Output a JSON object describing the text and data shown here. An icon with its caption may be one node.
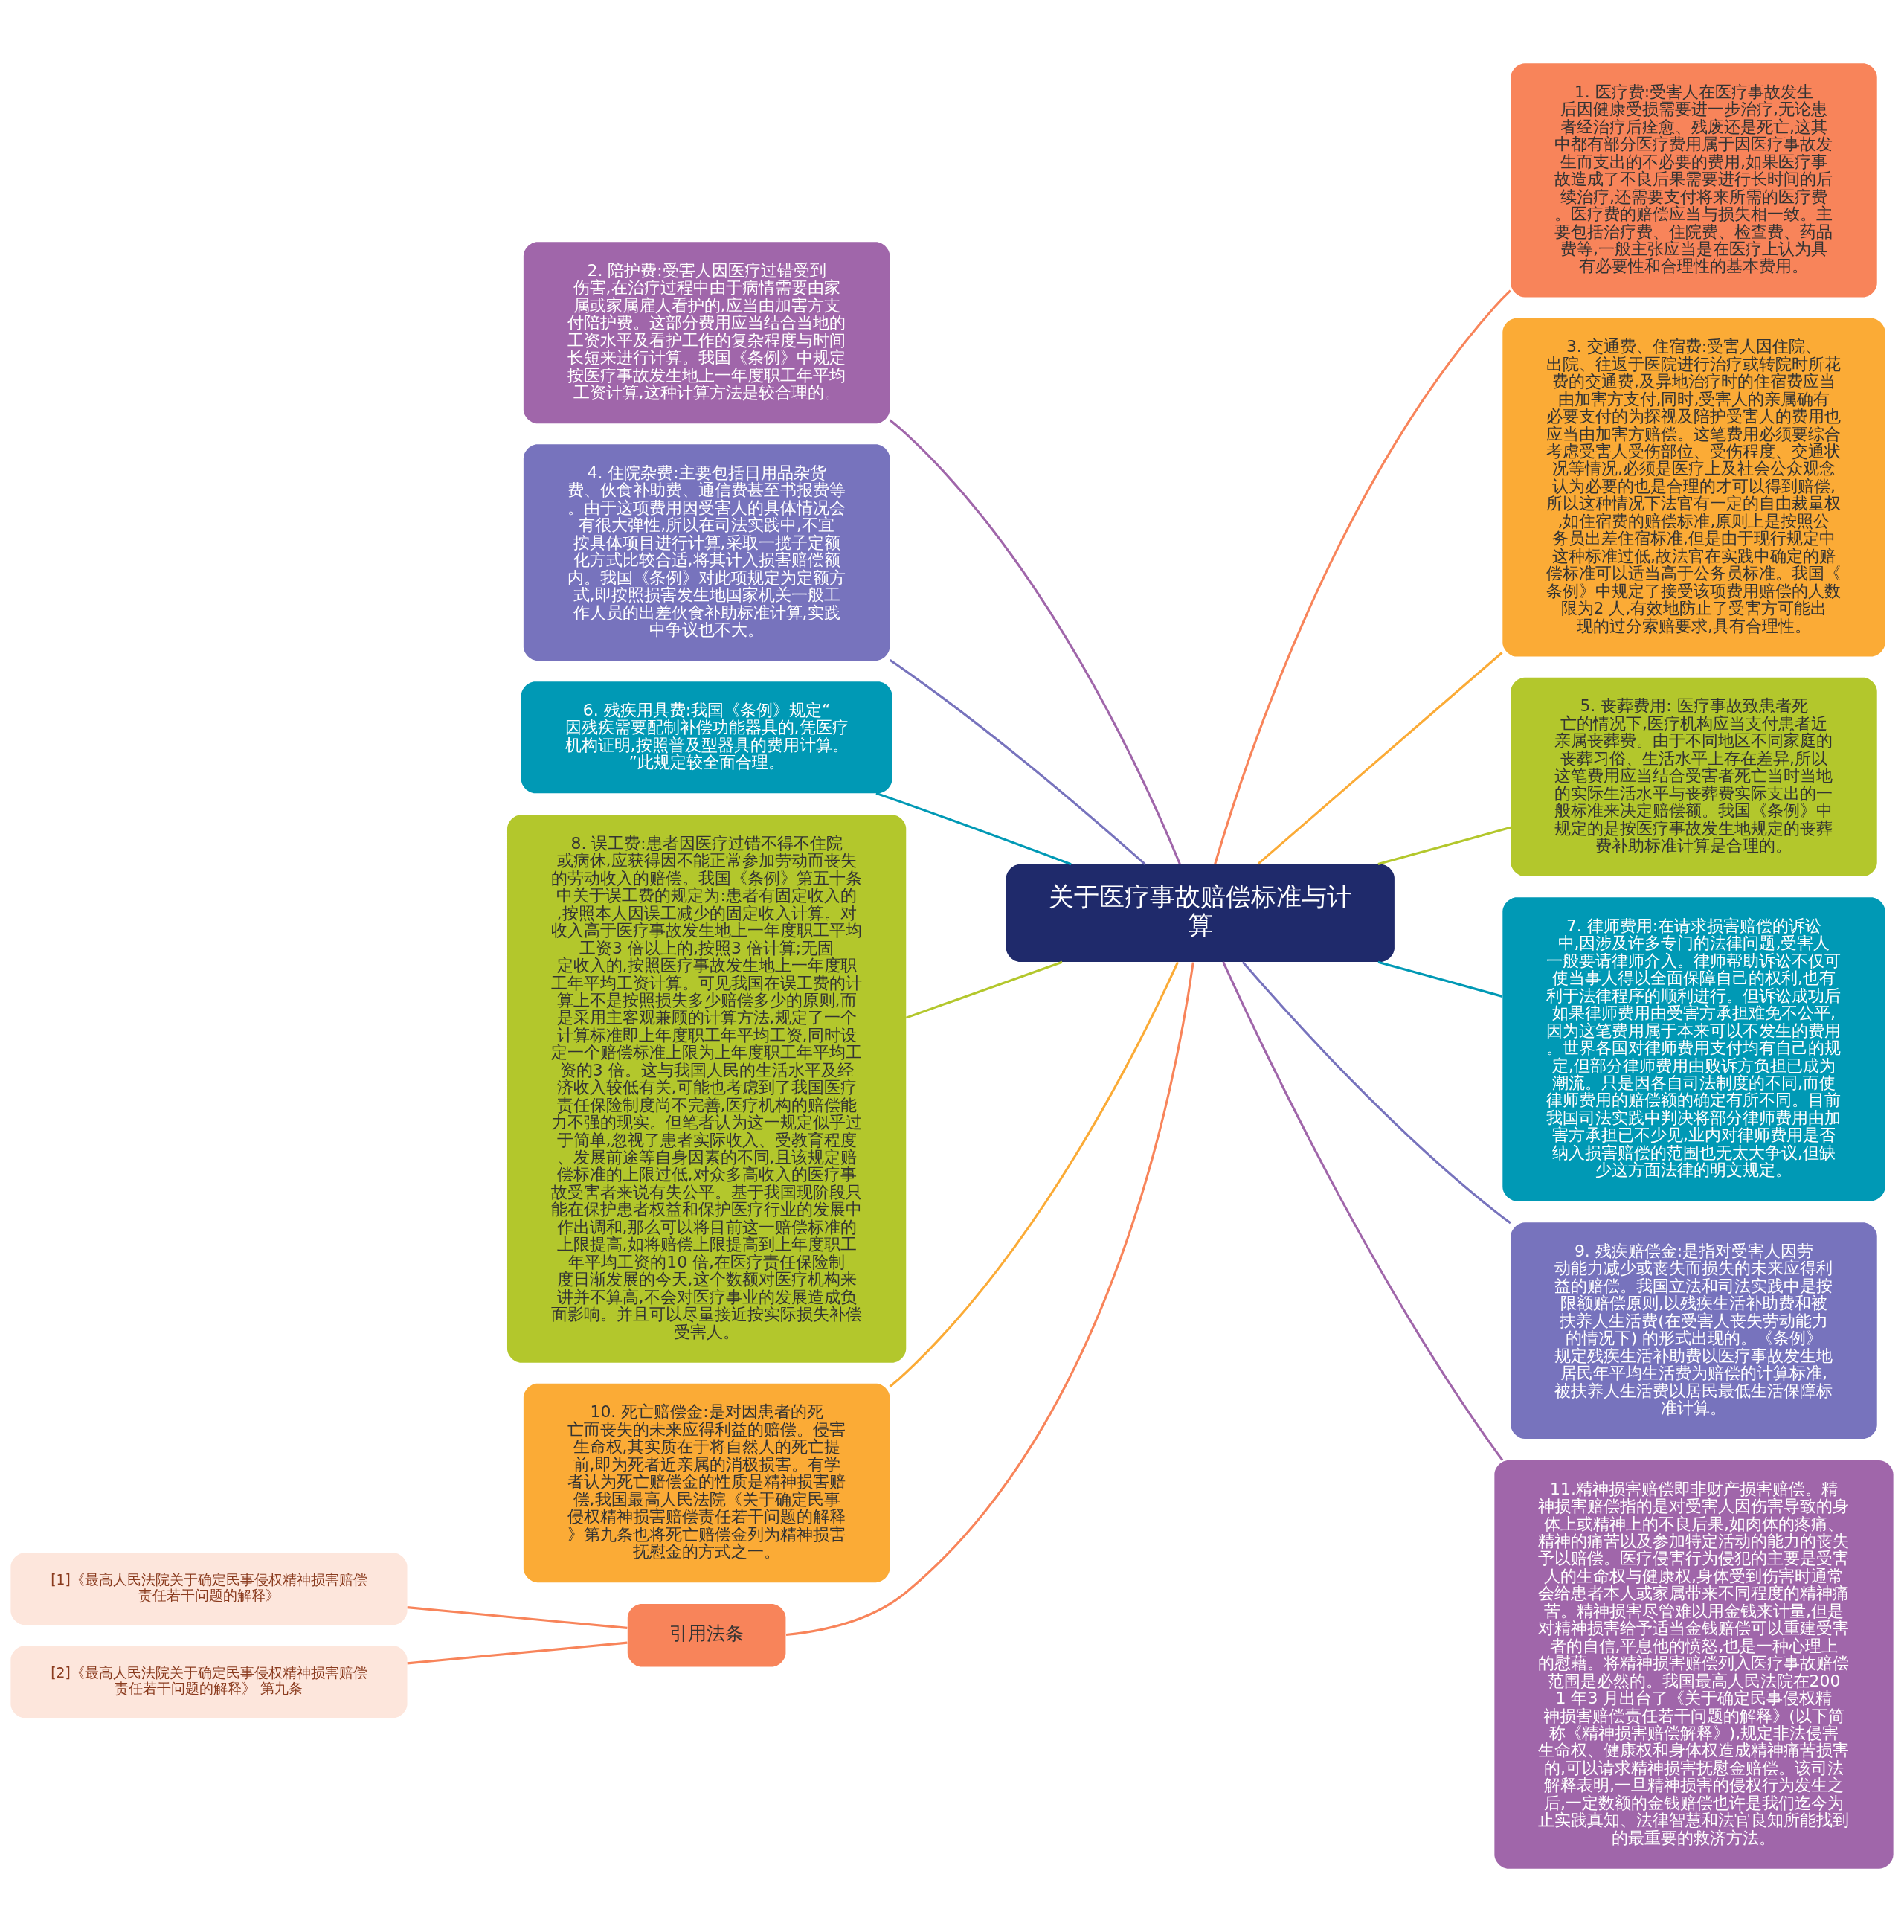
{
  "diagram": {
    "nodes": [
      {
        "text": [
          "关于医疗事故赔偿标准与计算"
        ]
      },
      {
        "text": [
          "1. 医疗费:受害人在医疗事故发生后因健康受损需要进一步治疗,无论患者经治疗后痊愈、残废还是死亡,这其中都有部分医疗费用属于因医疗事故发生而支出的不必要的费用,如果医疗事故造成了不良后果需要进行长时间的后续治疗,还需要支付将来所需的医疗费。医疗费的赔偿应当与损失相一致。主要包括治疗费、住院费、检查费、药品费等,一般主张应当是在医疗上认为具有必要性和合理性的基本费用。"
        ]
      },
      {
        "text": [
          "2. 陪护费:受害人因医疗过错受到伤害,在治疗过程中由于病情需要由家属或家属雇人看护的,应当由加害方支付陪护费。这部分费用应当结合当地的工资水平及看护工作的复杂程度与时间长短来进行计算。我国《条例》中规定按医疗事故发生地上一年度职工年平均工资计算,这种计算方法是较合理的。"
        ]
      },
      {
        "text": [
          "3. 交通费、住宿费:受害人因住院、出院、往返于医院进行治疗或转院时所花费的交通费,及异地治疗时的住宿费应当由加害方支付,同时,受害人的亲属确有必要支付的为探视及陪护受害人的费用也应当由加害方赔偿。这笔费用必须要综合考虑受害人受伤部位、受伤程度、交通状况等情况,必须是医疗上及社会公众观念认为必要的也是合理的才可以得到赔偿,所以这种情况下法官有一定的自由裁量权,如住宿费的赔偿标准,原则上是按照公务员出差住宿标准,但是由于现行规定中这种标准过低,故法官在实践中确定的赔偿标准可以适当高于公务员标准。我国《条例》中规定了接受该项费用赔偿的人数限为2 人,有效地防止了受害方可能出现的过分索赔要求,具有合理性。"
        ]
      },
      {
        "text": [
          "4. 住院杂费:主要包括日用品杂货费、伙食补助费、通信费甚至书报费等。由于这项费用因受害人的具体情况会有很大弹性,所以在司法实践中,不宜按具体项目进行计算,采取一揽子定额化方式比较合适,将其计入损害赔偿额内。我国《条例》对此项规定为定额方式,即按照损害发生地国家机关一般工作人员的出差伙食补助标准计算,实践中争议也不大。"
        ]
      },
      {
        "text": [
          "5. 丧葬费用: 医疗事故致患者死亡的情况下,医疗机构应当支付患者近亲属丧葬费。由于不同地区不同家庭的丧葬习俗、生活水平上存在差异,所以这笔费用应当结合受害者死亡当时当地的实际生活水平与丧葬费实际支出的一般标准来决定赔偿额。我国《条例》中规定的是按医疗事故发生地规定的丧葬费补助标准计算是合理的。"
        ]
      },
      {
        "text": [
          "6. 残疾用具费:我国《条例》规定“因残疾需要配制补偿功能器具的,凭医疗机构证明,按照普及型器具的费用计算。”此规定较全面合理。"
        ]
      },
      {
        "text": [
          "7. 律师费用:在请求损害赔偿的诉讼中,因涉及许多专门的法律问题,受害人一般要请律师介入。律师帮助诉讼不仅可使当事人得以全面保障自己的权利,也有利于法律程序的顺利进行。但诉讼成功后如果律师费用由受害方承担难免不公平,因为这笔费用属于本来可以不发生的费用。世界各国对律师费用支付均有自己的规定,但部分律师费用由败诉方负担已成为潮流。只是因各自司法制度的不同,而使律师费用的赔偿额的确定有所不同。目前我国司法实践中判决将部分律师费用由加害方承担已不少见,业内对律师费用是否纳入损害赔偿的范围也无太大争议,但缺少这方面法律的明文规定。"
        ]
      },
      {
        "text": [
          "8. 误工费:患者因医疗过错不得不住院或病休,应获得因不能正常参加劳动而丧失的劳动收入的赔偿。我国《条例》第五十条中关于误工费的规定为:患者有固定收入的,按照本人因误工减少的固定收入计算。对收入高于医疗事故发生地上一年度职工平均工资3 倍以上的,按照3 倍计算;无固定收入的,按照医疗事故发生地上一年度职工年平均工资计算。可见我国在误工费的计算上不是按照损失多少赔偿多少的原则,而是采用主客观兼顾的计算方法,规定了一个计算标准即上年度职工年平均工资,同时设定一个赔偿标准上限为上年度职工年平均工资的3 倍。这与我国人民的生活水平及经济收入较低有关,可能也考虑到了我国医疗责任保险制度尚不完善,医疗机构的赔偿能力不强的现实。但笔者认为这一规定似乎过于简单,忽视了患者实际收入、受教育程度、发展前途等自身因素的不同,且该规定赔偿标准的上限过低,对众多高收入的医疗事故受害者来说有失公平。基于我国现阶段只能在保护患者权益和保护医疗行业的发展中作出调和,那么可以将目前这一赔偿标准的上限提高,如将赔偿上限提高到上年度职工年平均工资的10 倍,在医疗责任保险制度日渐发展的今天,这个数额对医疗机构来讲并不算高,不会对医疗事业的发展造成负面影响。并且可以尽量接近按实际损失补偿受害人。"
        ]
      },
      {
        "text": [
          "9. 残疾赔偿金:是指对受害人因劳动能力减少或丧失而损失的未来应得利益的赔偿。我国立法和司法实践中是按限额赔偿原则,以残疾生活补助费和被扶养人生活费(在受害人丧失劳动能力的情况下) 的形式出现的。《条例》规定残疾生活补助费以医疗事故发生地居民年平均生活费为赔偿的计算标准,被扶养人生活费以居民最低生活保障标准计算。"
        ]
      },
      {
        "text": [
          "10. 死亡赔偿金:是对因患者的死亡而丧失的未来应得利益的赔偿。侵害生命权,其实质在于将自然人的死亡提前,即为死者近亲属的消极损害。有学者认为死亡赔偿金的性质是精神损害赔偿,我国最高人民法院《关于确定民事侵权精神损害赔偿责任若干问题的解释》第九条也将死亡赔偿金列为精神损害抚慰金的方式之一。"
        ]
      },
      {
        "text": [
          "11.精神损害赔偿即非财产损害赔偿。精神损害赔偿指的是对受害人因伤害导致的身体上或精神上的不良后果,如肉体的疼痛、精神的痛苦以及参加特定活动的能力的丧失予以赔偿。医疗侵害行为侵犯的主要是受害人的生命权与健康权,身体受到伤害时通常会给患者本人或家属带来不同程度的精神痛苦。精神损害尽管难以用金钱来计量,但是对精神损害给予适当金钱赔偿可以重建受害者的自信,平息他的愤怒,也是一种心理上的慰藉。将精神损害赔偿列入医疗事故赔偿范围是必然的。我国最高人民法院在2001 年3 月出台了《关于确定民事侵权精神损害赔偿责任若干问题的解释》(以下简称《精神损害赔偿解释》),规定非法侵害生命权、健康权和身体权造成精神痛苦损害的,可以请求精神损害抚慰金赔偿。该司法解释表明,一旦精神损害的侵权行为发生之后,一定数额的金钱赔偿也许是我们迄今为止实践真知、法律智慧和法官良知所能找到的最重要的救济方法。"
        ]
      },
      {
        "text": [
          "引用法条"
        ]
      },
      {
        "text": [
          "[1]《最高人民法院关于确定民事侵权精神损害赔偿责任若干问题的解释》"
        ]
      },
      {
        "text": [
          "[2]《最高人民法院关于确定民事侵权精神损害赔偿责任若干问题的解释》 第九条"
        ]
      }
    ],
    "edges": [
      {
        "from": 0,
        "to": 1,
        "arrow": "none",
        "color": "#f8845a"
      },
      {
        "from": 0,
        "to": 2,
        "arrow": "none",
        "color": "#a066aa"
      },
      {
        "from": 0,
        "to": 3,
        "arrow": "none",
        "color": "#fbab36"
      },
      {
        "from": 0,
        "to": 4,
        "arrow": "none",
        "color": "#7773bd"
      },
      {
        "from": 0,
        "to": 5,
        "arrow": "none",
        "color": "#b3c72c"
      },
      {
        "from": 0,
        "to": 6,
        "arrow": "none",
        "color": "#0099b5"
      },
      {
        "from": 0,
        "to": 7,
        "arrow": "none",
        "color": "#0099b5"
      },
      {
        "from": 0,
        "to": 8,
        "arrow": "none",
        "color": "#b3c72c"
      },
      {
        "from": 0,
        "to": 9,
        "arrow": "none",
        "color": "#7773bd"
      },
      {
        "from": 0,
        "to": 10,
        "arrow": "none",
        "color": "#fbab36"
      },
      {
        "from": 0,
        "to": 11,
        "arrow": "none",
        "color": "#a066aa"
      },
      {
        "from": 0,
        "to": 12,
        "arrow": "none",
        "color": "#f8845a"
      },
      {
        "from": 12,
        "to": 13,
        "arrow": "none",
        "color": "#f8845a"
      },
      {
        "from": 12,
        "to": 14,
        "arrow": "none",
        "color": "#f8845a"
      }
    ]
  }
}
